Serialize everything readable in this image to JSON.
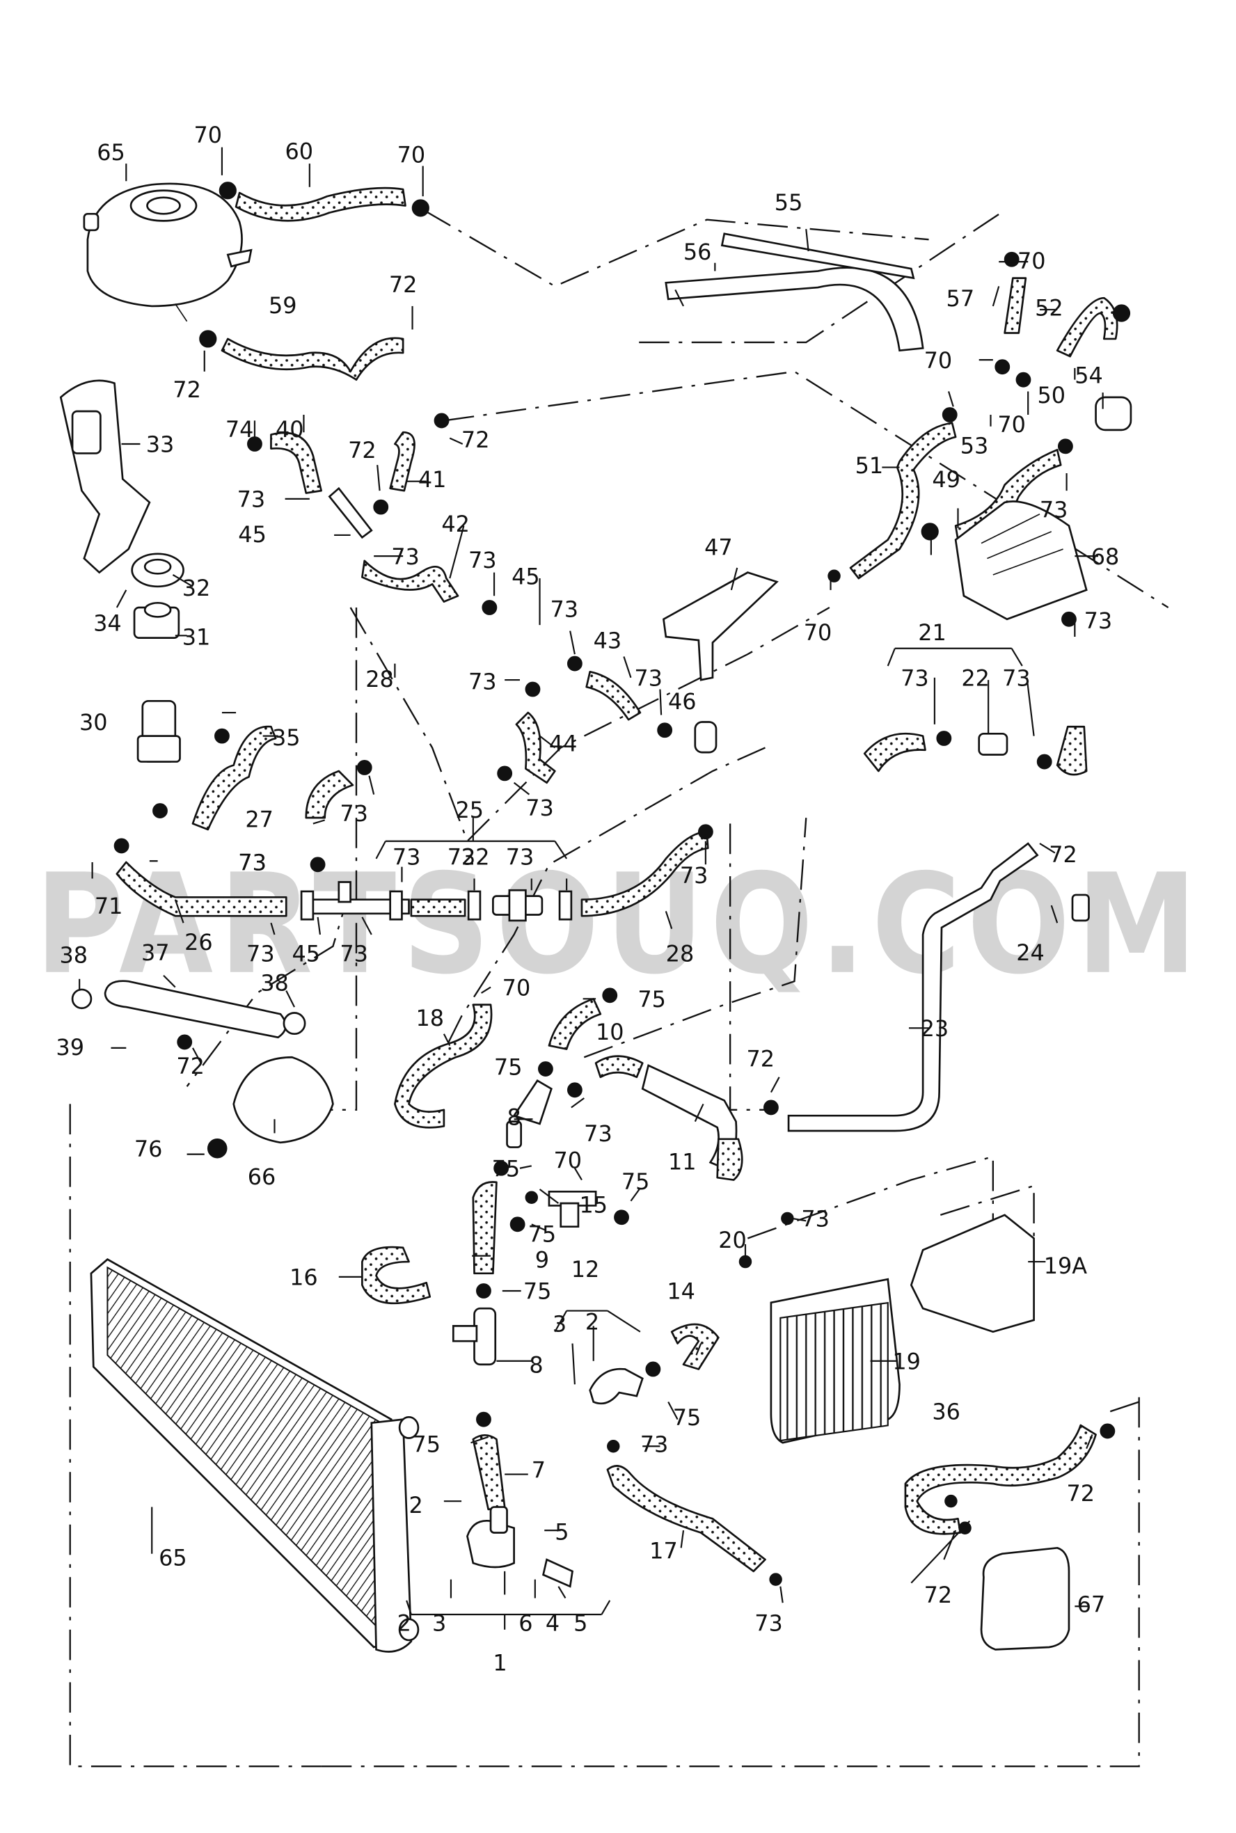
{
  "diagram": {
    "title": "Engine cooling system — coolant hoses and lines",
    "watermark": "PARTSOUQ.COM",
    "colors": {
      "ink": "#111111",
      "watermark": "#d4d4d4",
      "background": "#ffffff"
    },
    "callouts": [
      {
        "id": "c65a",
        "text": "65"
      },
      {
        "id": "c70a",
        "text": "70"
      },
      {
        "id": "c60",
        "text": "60"
      },
      {
        "id": "c70b",
        "text": "70"
      },
      {
        "id": "c55",
        "text": "55"
      },
      {
        "id": "c56",
        "text": "56"
      },
      {
        "id": "c70c",
        "text": "70"
      },
      {
        "id": "c57",
        "text": "57"
      },
      {
        "id": "c52",
        "text": "52"
      },
      {
        "id": "c72a",
        "text": "72"
      },
      {
        "id": "c59",
        "text": "59"
      },
      {
        "id": "c72b",
        "text": "72"
      },
      {
        "id": "c70d",
        "text": "70"
      },
      {
        "id": "c50",
        "text": "50"
      },
      {
        "id": "c54",
        "text": "54"
      },
      {
        "id": "c70e",
        "text": "70"
      },
      {
        "id": "c53",
        "text": "53"
      },
      {
        "id": "c33",
        "text": "33"
      },
      {
        "id": "c74",
        "text": "74"
      },
      {
        "id": "c40",
        "text": "40"
      },
      {
        "id": "c72c",
        "text": "72"
      },
      {
        "id": "c72d",
        "text": "72"
      },
      {
        "id": "c41",
        "text": "41"
      },
      {
        "id": "c51",
        "text": "51"
      },
      {
        "id": "c49",
        "text": "49"
      },
      {
        "id": "c73a",
        "text": "73"
      },
      {
        "id": "c73b",
        "text": "73"
      },
      {
        "id": "c45a",
        "text": "45"
      },
      {
        "id": "c73c",
        "text": "73"
      },
      {
        "id": "c42",
        "text": "42"
      },
      {
        "id": "c73d",
        "text": "73"
      },
      {
        "id": "c68",
        "text": "68"
      },
      {
        "id": "c32",
        "text": "32"
      },
      {
        "id": "c47",
        "text": "47"
      },
      {
        "id": "c34",
        "text": "34"
      },
      {
        "id": "c45b",
        "text": "45"
      },
      {
        "id": "c73e",
        "text": "73"
      },
      {
        "id": "c70f",
        "text": "70"
      },
      {
        "id": "c73f",
        "text": "73"
      },
      {
        "id": "c31",
        "text": "31"
      },
      {
        "id": "c28a",
        "text": "28"
      },
      {
        "id": "c43",
        "text": "43"
      },
      {
        "id": "c21",
        "text": "21"
      },
      {
        "id": "c73g",
        "text": "73"
      },
      {
        "id": "c73h",
        "text": "73"
      },
      {
        "id": "c22a",
        "text": "22"
      },
      {
        "id": "c73i",
        "text": "73"
      },
      {
        "id": "c73j",
        "text": "73"
      },
      {
        "id": "c46",
        "text": "46"
      },
      {
        "id": "c30",
        "text": "30"
      },
      {
        "id": "c35",
        "text": "35"
      },
      {
        "id": "c44",
        "text": "44"
      },
      {
        "id": "c73k",
        "text": "73"
      },
      {
        "id": "c27",
        "text": "27"
      },
      {
        "id": "c73l",
        "text": "73"
      },
      {
        "id": "c73m",
        "text": "73"
      },
      {
        "id": "c73n",
        "text": "73"
      },
      {
        "id": "c25",
        "text": "25"
      },
      {
        "id": "c72e",
        "text": "72"
      },
      {
        "id": "c73o",
        "text": "73"
      },
      {
        "id": "c73p",
        "text": "73"
      },
      {
        "id": "c22b",
        "text": "22"
      },
      {
        "id": "c73q",
        "text": "73"
      },
      {
        "id": "c73r",
        "text": "73"
      },
      {
        "id": "c71",
        "text": "71"
      },
      {
        "id": "c26",
        "text": "26"
      },
      {
        "id": "c73s",
        "text": "73"
      },
      {
        "id": "c45c",
        "text": "45"
      },
      {
        "id": "c73t",
        "text": "73"
      },
      {
        "id": "c28b",
        "text": "28"
      },
      {
        "id": "c24",
        "text": "24"
      },
      {
        "id": "c38a",
        "text": "38"
      },
      {
        "id": "c37",
        "text": "37"
      },
      {
        "id": "c38b",
        "text": "38"
      },
      {
        "id": "c70g",
        "text": "70"
      },
      {
        "id": "c75a",
        "text": "75"
      },
      {
        "id": "c39",
        "text": "39"
      },
      {
        "id": "c18",
        "text": "18"
      },
      {
        "id": "c10",
        "text": "10"
      },
      {
        "id": "c23",
        "text": "23"
      },
      {
        "id": "c72f",
        "text": "72"
      },
      {
        "id": "c75b",
        "text": "75"
      },
      {
        "id": "c72g",
        "text": "72"
      },
      {
        "id": "c8a",
        "text": "8"
      },
      {
        "id": "c73u",
        "text": "73"
      },
      {
        "id": "c11",
        "text": "11"
      },
      {
        "id": "c76",
        "text": "76"
      },
      {
        "id": "c66",
        "text": "66"
      },
      {
        "id": "c75c",
        "text": "75"
      },
      {
        "id": "c70h",
        "text": "70"
      },
      {
        "id": "c15",
        "text": "15"
      },
      {
        "id": "c75d",
        "text": "75"
      },
      {
        "id": "c73v",
        "text": "73"
      },
      {
        "id": "c75e",
        "text": "75"
      },
      {
        "id": "c16",
        "text": "16"
      },
      {
        "id": "c9",
        "text": "9"
      },
      {
        "id": "c20",
        "text": "20"
      },
      {
        "id": "c19a",
        "text": "19A"
      },
      {
        "id": "c75f",
        "text": "75"
      },
      {
        "id": "c12",
        "text": "12"
      },
      {
        "id": "c3a",
        "text": "3"
      },
      {
        "id": "c2a",
        "text": "2"
      },
      {
        "id": "c14",
        "text": "14"
      },
      {
        "id": "c8b",
        "text": "8"
      },
      {
        "id": "c19",
        "text": "19"
      },
      {
        "id": "c75g",
        "text": "75"
      },
      {
        "id": "c36",
        "text": "36"
      },
      {
        "id": "c75h",
        "text": "75"
      },
      {
        "id": "c73w",
        "text": "73"
      },
      {
        "id": "c7",
        "text": "7"
      },
      {
        "id": "c72h",
        "text": "72"
      },
      {
        "id": "c2b",
        "text": "2"
      },
      {
        "id": "c5a",
        "text": "5"
      },
      {
        "id": "c65b",
        "text": "65"
      },
      {
        "id": "c17",
        "text": "17"
      },
      {
        "id": "c72i",
        "text": "72"
      },
      {
        "id": "c67",
        "text": "67"
      },
      {
        "id": "c2c",
        "text": "2"
      },
      {
        "id": "c3b",
        "text": "3"
      },
      {
        "id": "c6",
        "text": "6"
      },
      {
        "id": "c4",
        "text": "4"
      },
      {
        "id": "c5b",
        "text": "5"
      },
      {
        "id": "c73x",
        "text": "73"
      },
      {
        "id": "c1",
        "text": "1"
      }
    ]
  }
}
